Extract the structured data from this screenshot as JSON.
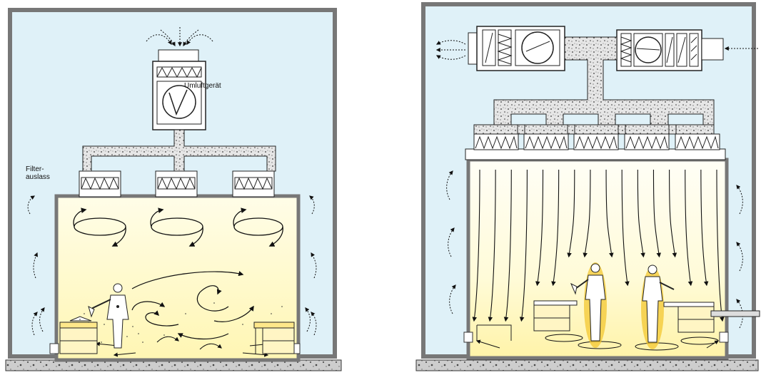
{
  "labels": {
    "recirculation_unit": "Umluftgerät",
    "filter_outlet_line1": "Filter-",
    "filter_outlet_line2": "auslass"
  },
  "colors": {
    "room_air": "#dff1f8",
    "contaminated_zone": "#fffbd2",
    "concentrated_spray": "#f3c730",
    "wall": "#777777",
    "floor": "#cfcfcf",
    "duct_fill": "#e9e9e9"
  },
  "panels": [
    {
      "id": "turbulent-mixing-room",
      "ceiling_filter_outlets": 3,
      "vortices": 3
    },
    {
      "id": "laminar-flow-room",
      "ceiling_filter_outlets": 5,
      "downflow_arrows": 16
    }
  ]
}
